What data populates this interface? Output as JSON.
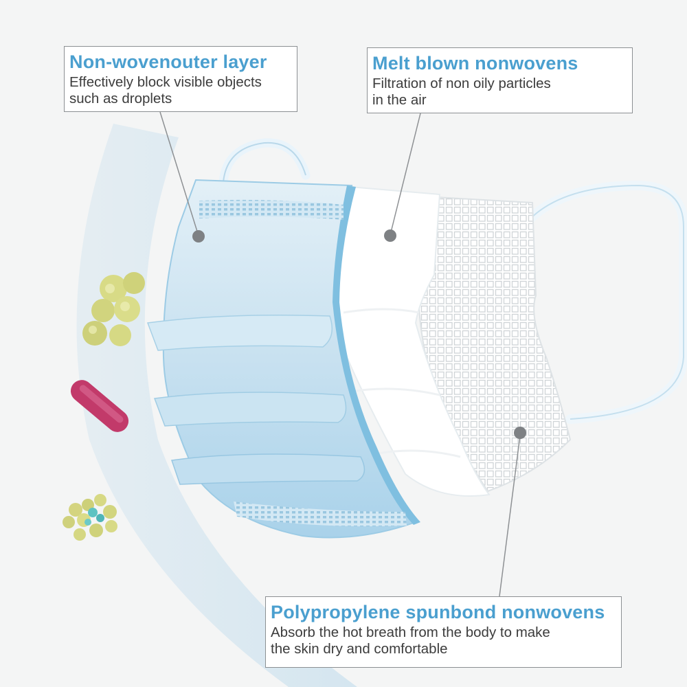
{
  "colors": {
    "accent": "#4a9fcf",
    "mask_blue": "#bcdcee",
    "mask_blue_dark": "#8cc3e2",
    "filter_white": "#ffffff",
    "mesh_line": "#cfd4d7",
    "leader": "#8d9093",
    "dot": "#7e8184",
    "yellow_particle": "#d9da86",
    "pink_particle": "#c23a6a",
    "teal_particle": "#5ec3c2"
  },
  "callouts": {
    "outer_layer": {
      "title": "Non-wovenouter layer",
      "description": "Effectively block visible objects\nsuch as droplets"
    },
    "middle_layer": {
      "title": "Melt blown nonwovens",
      "description": "Filtration of non oily particles\nin the air"
    },
    "inner_layer": {
      "title": "Polypropylene spunbond nonwovens",
      "description": "Absorb the hot breath from the body to make\nthe skin dry and comfortable"
    }
  }
}
